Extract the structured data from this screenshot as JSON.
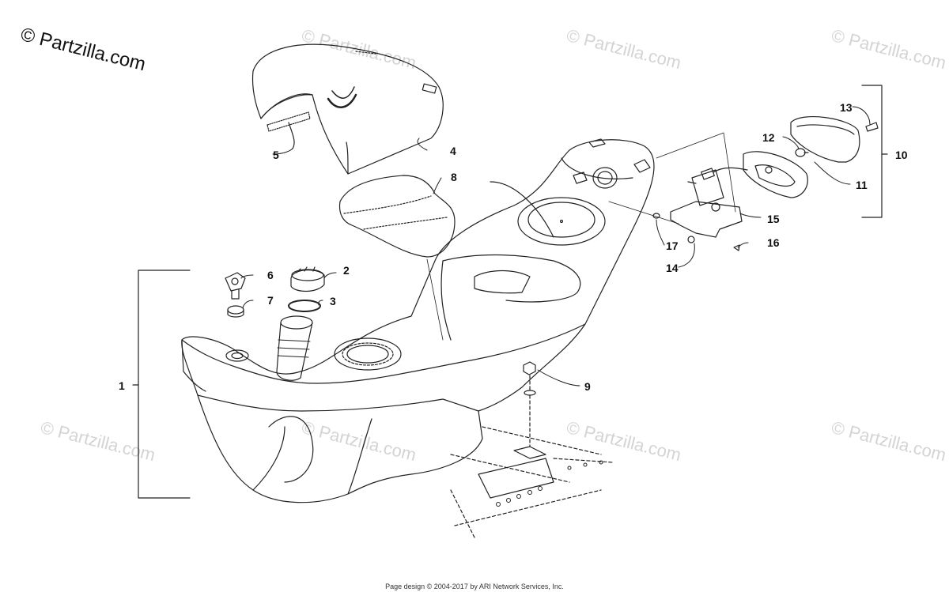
{
  "logo_text": "© Partzilla.com",
  "watermark_text": "© Partzilla.com",
  "footer_text": "Page design © 2004-2017 by ARI Network Services, Inc.",
  "callouts": {
    "c1": "1",
    "c2": "2",
    "c3": "3",
    "c4": "4",
    "c5": "5",
    "c6": "6",
    "c7": "7",
    "c8": "8",
    "c9": "9",
    "c10": "10",
    "c11": "11",
    "c12": "12",
    "c13": "13",
    "c14": "14",
    "c15": "15",
    "c16": "16",
    "c17": "17"
  },
  "colors": {
    "line": "#222222",
    "watermark": "#d4d4d4"
  }
}
